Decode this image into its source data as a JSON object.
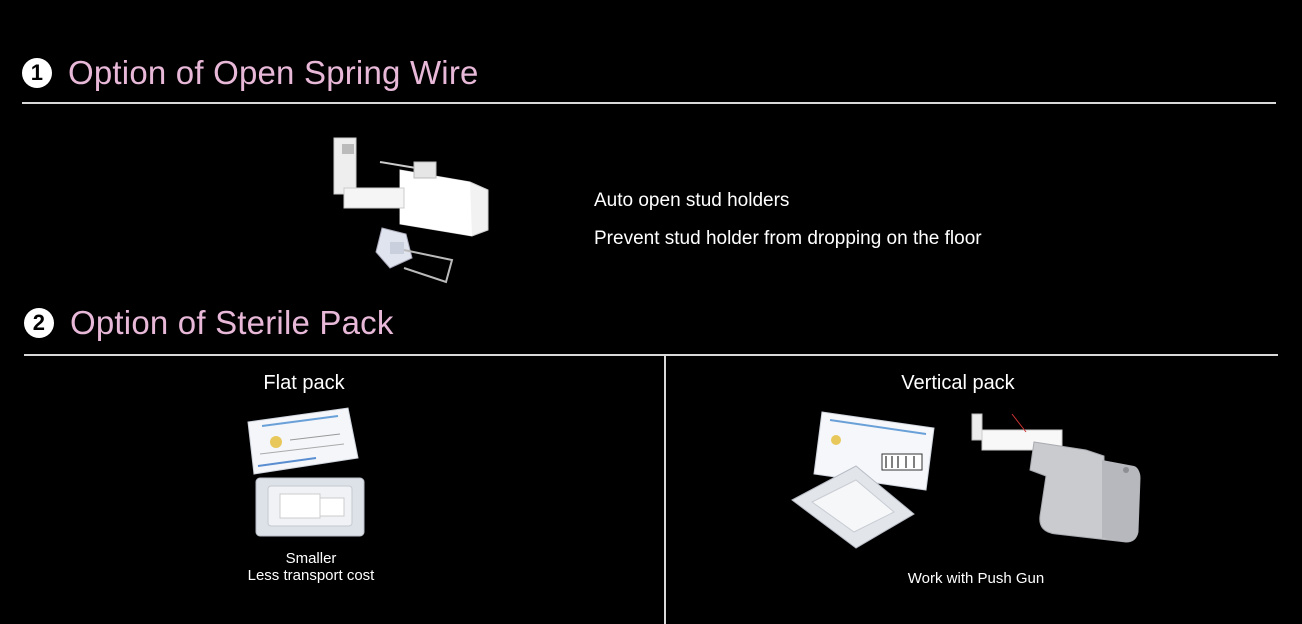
{
  "section1": {
    "badge": "1",
    "title": "Option of Open Spring Wire",
    "features": [
      "Auto open stud holders",
      "Prevent stud holder from dropping on the floor"
    ],
    "image_icon": "stud-holder-device-image"
  },
  "section2": {
    "badge": "2",
    "title": "Option of Sterile Pack",
    "flat": {
      "heading": "Flat pack",
      "caption_line1": "Smaller",
      "caption_line2": "Less transport cost",
      "image_icon": "flat-sterile-pack-image"
    },
    "vertical": {
      "heading": "Vertical pack",
      "caption": "Work with Push Gun",
      "image_icon": "vertical-pack-push-gun-image"
    }
  },
  "colors": {
    "background": "#000000",
    "title": "#e8b8d8",
    "rule": "#d9d9d9"
  }
}
